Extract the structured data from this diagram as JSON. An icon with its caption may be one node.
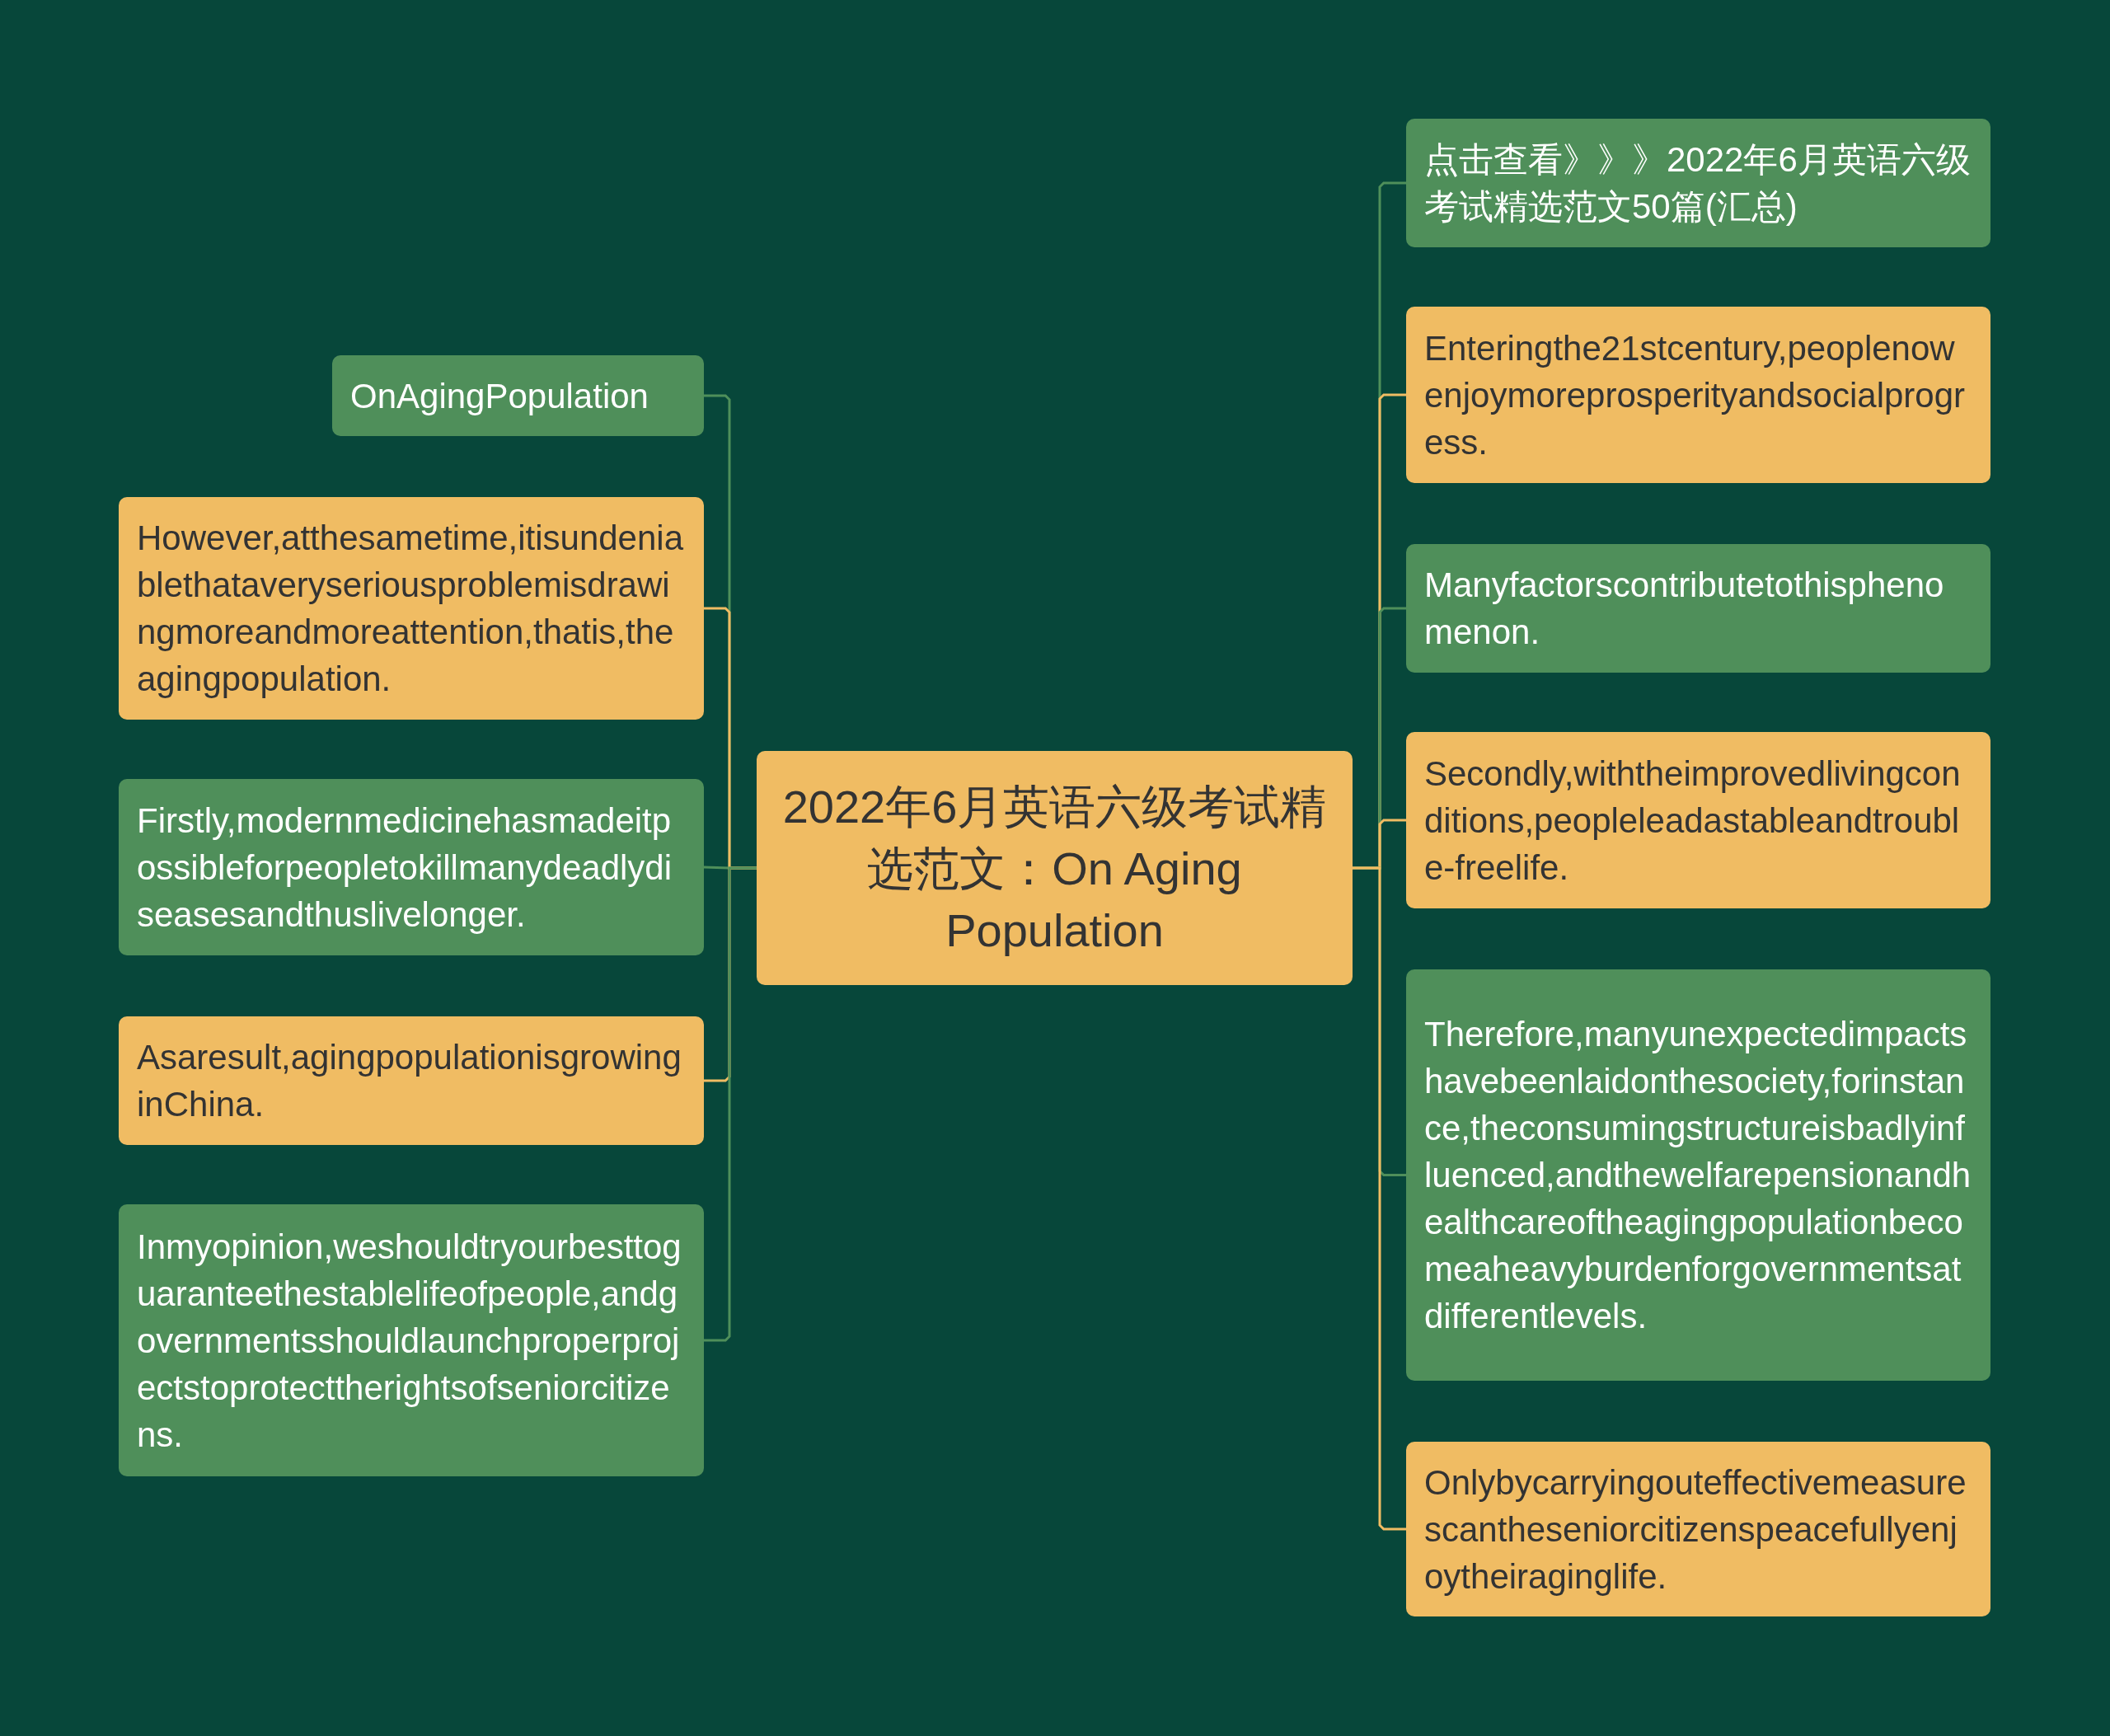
{
  "diagram": {
    "nodes": [
      {
        "text": [
          "2022年6月英语六级考试精选范文：On Aging Population"
        ]
      },
      {
        "text": [
          "OnAgingPopulation"
        ]
      },
      {
        "text": [
          "However,atthesametime,itisundeniablethataveryseriousproblemisdrawingmoreandmoreattention,thatis,theagingpopulation."
        ]
      },
      {
        "text": [
          "Firstly,modernmedicinehasmadeitpossibleforpeopletokillmanydeadlydiseasesandthuslivelonger."
        ]
      },
      {
        "text": [
          "Asaresult,agingpopulationisgrowinginChina."
        ]
      },
      {
        "text": [
          "Inmyopinion,weshouldtryourbesttoguaranteethestablelifeofpeople,andgovernmentsshouldlaunchproperprojectstoprotecttherightsofseniorcitizens."
        ]
      },
      {
        "text": [
          "点击查看》》》2022年6月英语六级考试精选范文50篇(汇总)"
        ]
      },
      {
        "text": [
          "Enteringthe21stcentury,peoplenowenjoymoreprosperityandsocialprogress."
        ]
      },
      {
        "text": [
          "Manyfactorscontributetothisphenomenon."
        ]
      },
      {
        "text": [
          "Secondly,withtheimprovedlivingconditions,peopleleadastableandtrouble-freelife."
        ]
      },
      {
        "text": [
          "Therefore,manyunexpectedimpactshavebeenlaidonthesociety,forinstance,theconsumingstructureisbadlyinfluenced,andthewelfarepensionandhealthcareoftheagingpopulationbecomeaheavyburdenforgovernmentsatdifferentlevels."
        ]
      },
      {
        "text": [
          "Onlybycarryingouteffectivemeasurescantheseniorcitizenspeacefullyenjoytheiraginglife."
        ]
      }
    ],
    "edges": [
      {
        "from": 0,
        "to": 1,
        "arrow": "none"
      },
      {
        "from": 0,
        "to": 2,
        "arrow": "none",
        "color": "#f0bc63"
      },
      {
        "from": 0,
        "to": 3,
        "arrow": "none"
      },
      {
        "from": 0,
        "to": 4,
        "arrow": "none",
        "color": "#f0bc63"
      },
      {
        "from": 0,
        "to": 5,
        "arrow": "none"
      },
      {
        "from": 0,
        "to": 6,
        "arrow": "none"
      },
      {
        "from": 0,
        "to": 7,
        "arrow": "none",
        "color": "#f0bc63"
      },
      {
        "from": 0,
        "to": 8,
        "arrow": "none"
      },
      {
        "from": 0,
        "to": 9,
        "arrow": "none",
        "color": "#f0bc63"
      },
      {
        "from": 0,
        "to": 10,
        "arrow": "none"
      },
      {
        "from": 0,
        "to": 11,
        "arrow": "none",
        "color": "#f0bc63"
      }
    ]
  }
}
